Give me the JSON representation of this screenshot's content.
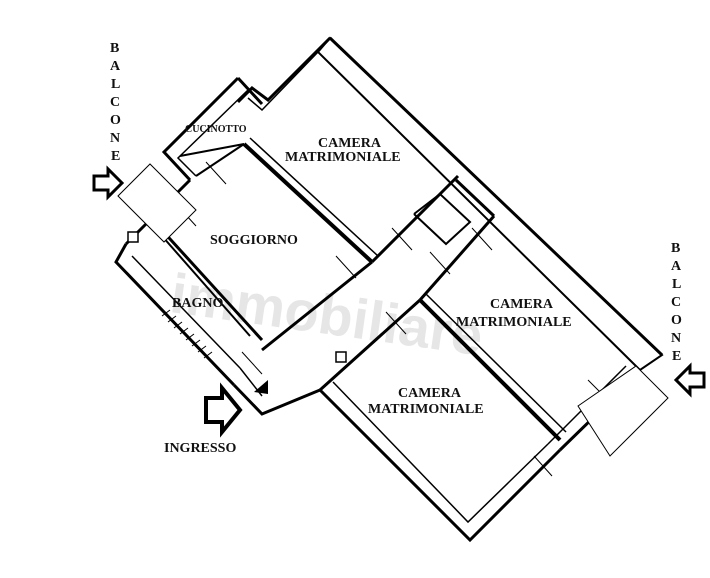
{
  "plan": {
    "rooms": {
      "cucinotto": "CUCINOTTO",
      "soggiorno": "SOGGIORNO",
      "bagno": "BAGNO",
      "camera_top": [
        "CAMERA",
        "MATRIMONIALE"
      ],
      "camera_right": [
        "CAMERA",
        "MATRIMONIALE"
      ],
      "camera_bottom": [
        "CAMERA",
        "MATRIMONIALE"
      ]
    },
    "balcone_left": [
      "B",
      "A",
      "L",
      "C",
      "O",
      "N",
      "E"
    ],
    "balcone_right": [
      "B",
      "A",
      "L",
      "C",
      "O",
      "N",
      "E"
    ],
    "ingresso": "INGRESSO",
    "watermark": "immobiliare"
  }
}
